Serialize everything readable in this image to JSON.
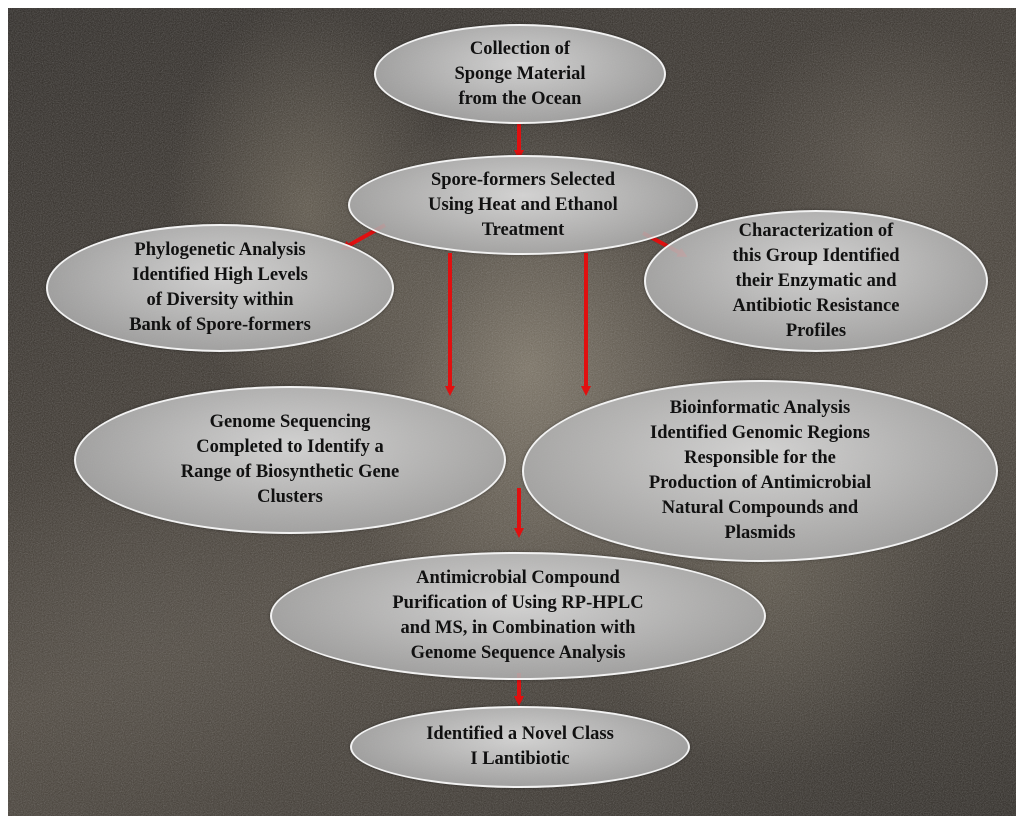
{
  "diagram": {
    "nodes": [
      {
        "id": "collection",
        "label": "Collection of\nSponge Material\nfrom the Ocean"
      },
      {
        "id": "spore-formers",
        "label": "Spore-formers Selected\nUsing Heat and Ethanol\nTreatment"
      },
      {
        "id": "phylogenetic",
        "label": "Phylogenetic Analysis\nIdentified High Levels\nof Diversity within\nBank  of Spore-formers"
      },
      {
        "id": "characterization",
        "label": "Characterization of\nthis Group Identified\ntheir Enzymatic and\nAntibiotic Resistance\nProfiles"
      },
      {
        "id": "genome-sequencing",
        "label": "Genome Sequencing\nCompleted to Identify a\nRange of Biosynthetic Gene\nClusters"
      },
      {
        "id": "bioinformatic",
        "label": "Bioinformatic Analysis\nIdentified Genomic Regions\nResponsible for the\nProduction of Antimicrobial\nNatural Compounds and\nPlasmids"
      },
      {
        "id": "purification",
        "label": "Antimicrobial Compound\nPurification of Using RP-HPLC\nand MS, in Combination with\nGenome Sequence Analysis"
      },
      {
        "id": "lantibiotic",
        "label": "Identified a Novel Class\nI Lantibiotic"
      }
    ],
    "edges": [
      {
        "from": "collection",
        "to": "spore-formers"
      },
      {
        "from": "spore-formers",
        "to": "phylogenetic"
      },
      {
        "from": "spore-formers",
        "to": "characterization"
      },
      {
        "from": "spore-formers",
        "to": "genome-sequencing"
      },
      {
        "from": "spore-formers",
        "to": "bioinformatic"
      },
      {
        "from": "genome-sequencing",
        "to": "purification"
      },
      {
        "from": "purification",
        "to": "lantibiotic"
      }
    ],
    "colors": {
      "arrow": "#e01010",
      "node_fill": "#c8c8c8",
      "node_border": "#f2f2f2",
      "text": "#111111"
    }
  }
}
